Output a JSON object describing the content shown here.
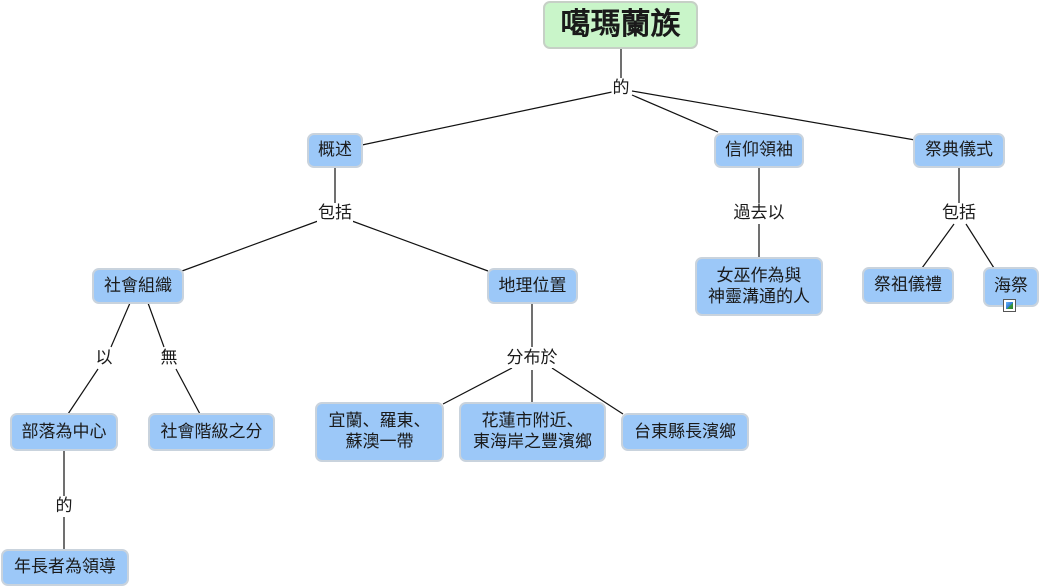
{
  "map": {
    "root": "噶瑪蘭族",
    "links": {
      "de_top": "的",
      "baokuo_left": "包括",
      "guoquyi": "過去以",
      "baokuo_right": "包括",
      "yi": "以",
      "wu": "無",
      "fenbuyu": "分布於",
      "de_bottom": "的"
    },
    "concepts": {
      "gaishu": "概述",
      "xinyang": "信仰領袖",
      "jidian": "祭典儀式",
      "shehui": "社會組織",
      "dili": "地理位置",
      "nuwu": "女巫作為與\n神靈溝通的人",
      "jizu": "祭祖儀禮",
      "haiji": "海祭",
      "buluo": "部落為中心",
      "jieji": "社會階級之分",
      "yilan": "宜蘭、羅東、\n蘇澳一帶",
      "hualian": "花蓮市附近、\n東海岸之豐濱鄉",
      "taidong": "台東縣長濱鄉",
      "nianzhang": "年長者為領導"
    },
    "haiji_attachment_icon": "image-attachment-icon"
  }
}
